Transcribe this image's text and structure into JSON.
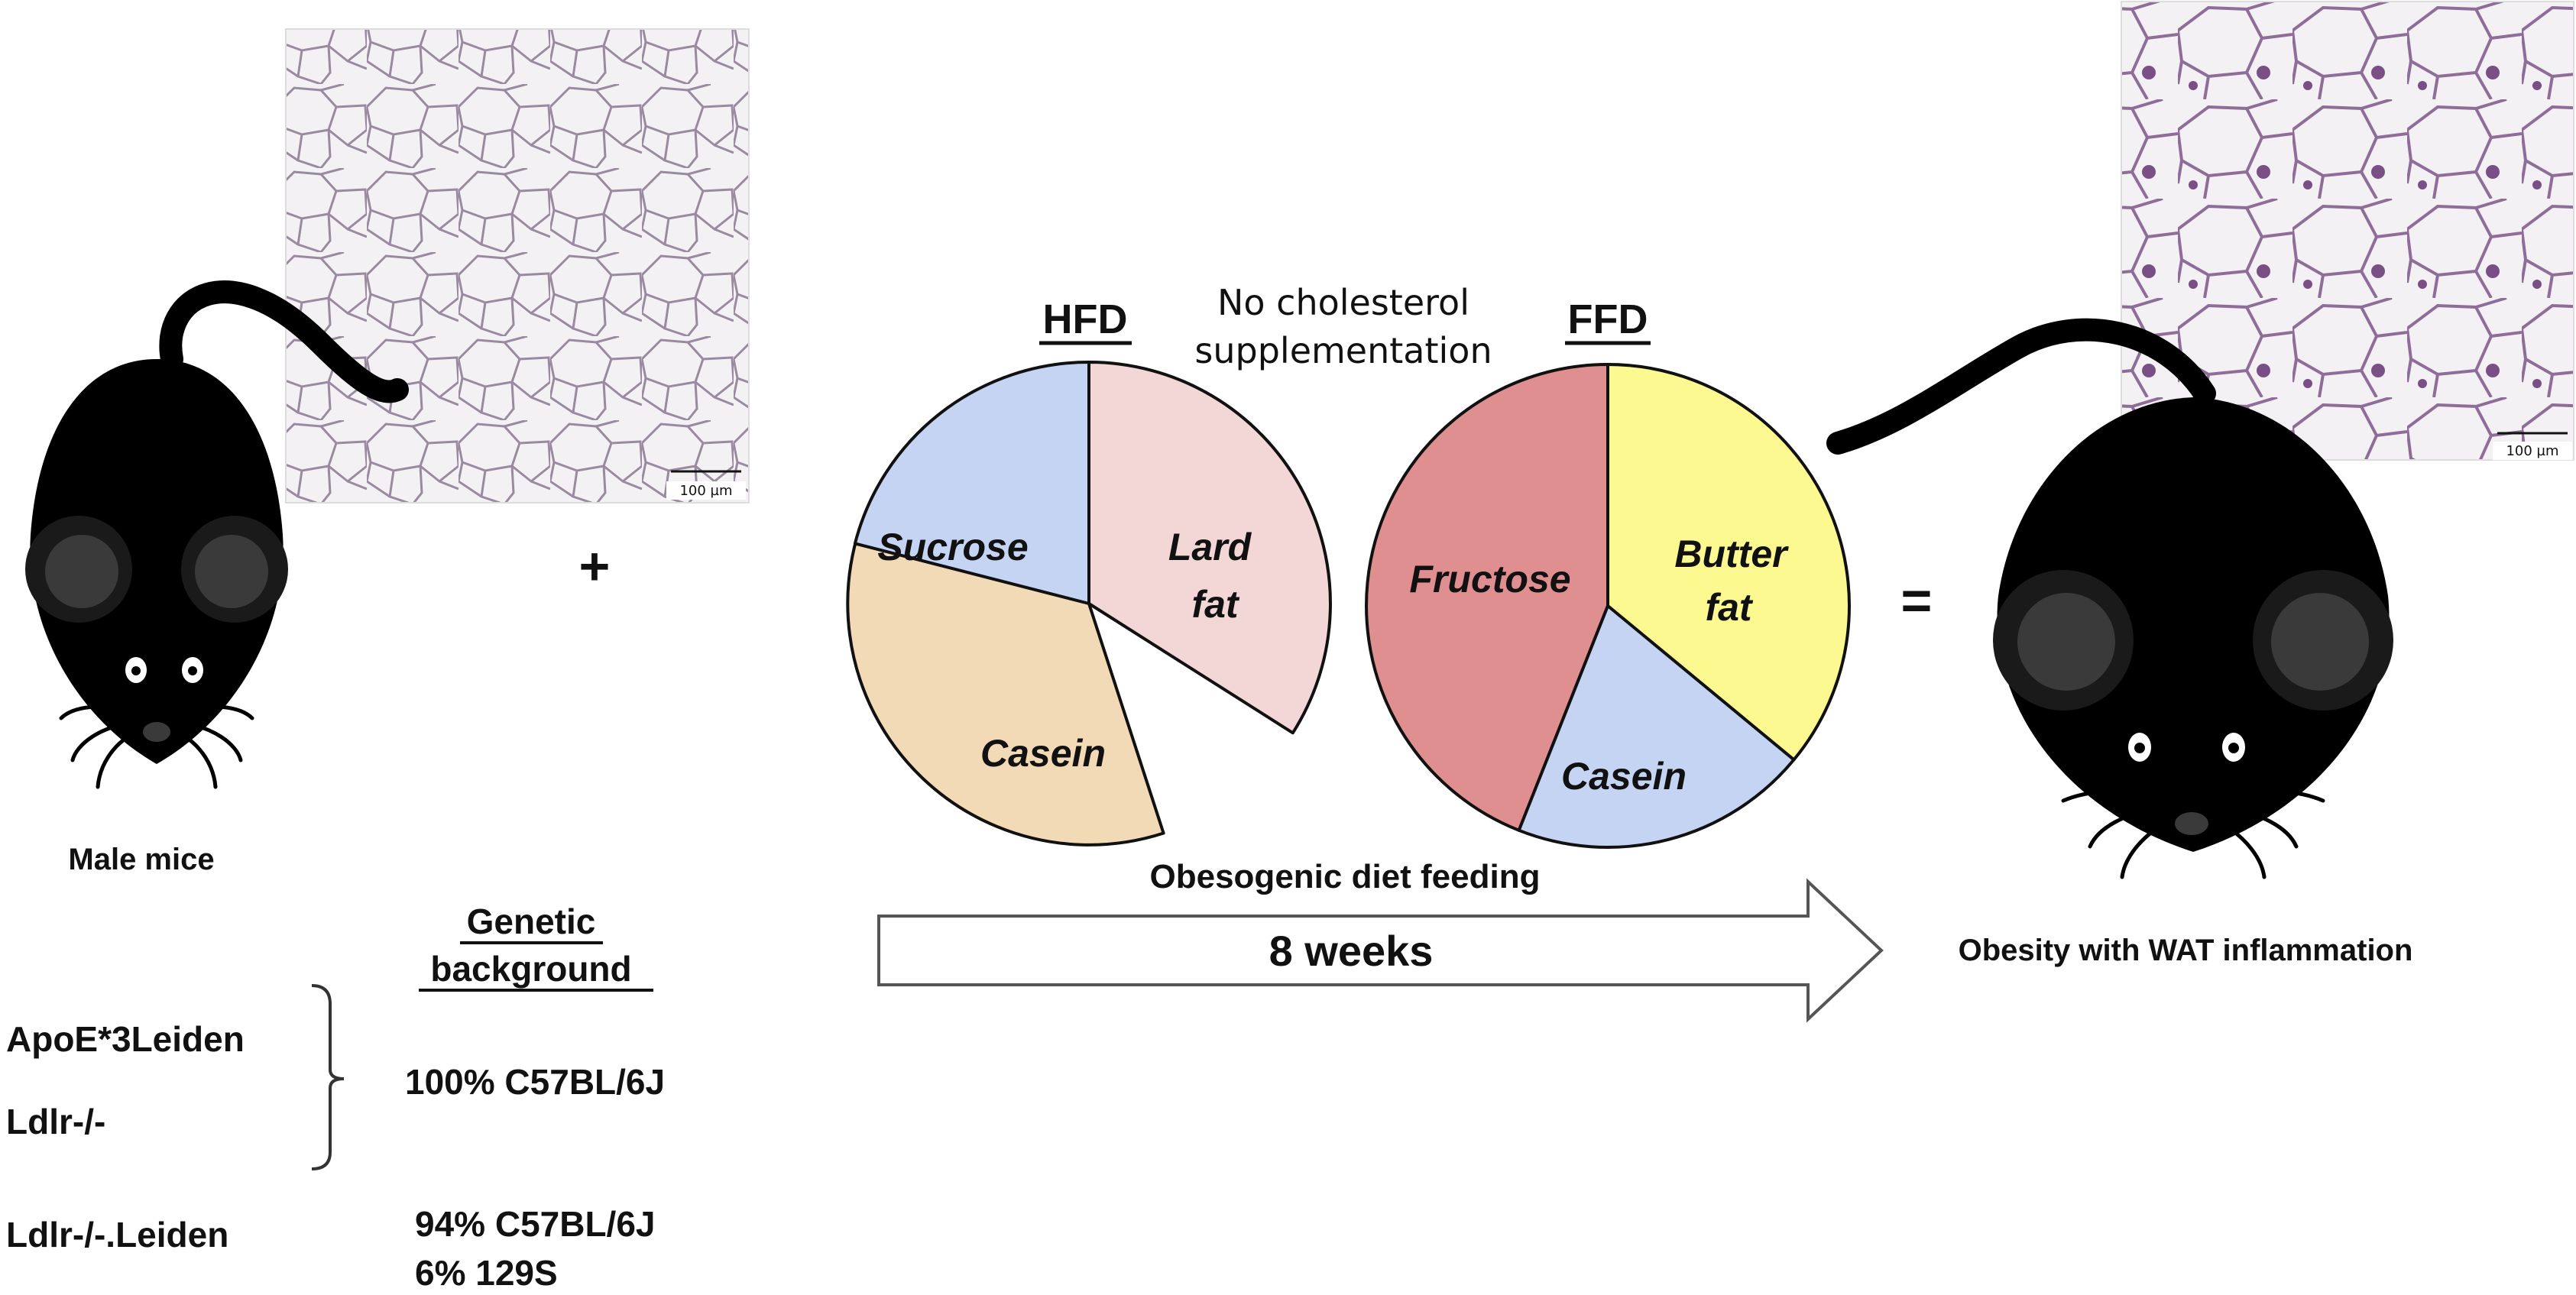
{
  "left": {
    "mouse_label": "Male mice",
    "genetic_background_title_line1": "Genetic",
    "genetic_background_title_line2": "background",
    "strains": [
      {
        "name": "ApoE*3Leiden"
      },
      {
        "name": "Ldlr-/-"
      },
      {
        "name": "Ldlr-/-.Leiden"
      }
    ],
    "backgrounds": [
      "100% C57BL/6J",
      "94% C57BL/6J",
      "6% 129S"
    ],
    "plus_sign": "+",
    "histology_scale": "100 µm"
  },
  "center": {
    "note_line1": "No cholesterol",
    "note_line2": "supplementation",
    "arrow_caption": "Obesogenic diet feeding",
    "duration": "8 weeks",
    "diets": [
      {
        "name": "HFD",
        "slices": [
          {
            "label_lines": [
              "Sucrose"
            ],
            "color": "#f3d6d6",
            "share": 0.34
          },
          {
            "label_lines": [
              "Lard",
              "fat"
            ],
            "color": "#f2dab6",
            "share": 0.45
          },
          {
            "label_lines": [
              "Casein"
            ],
            "color": "#c6d4f3",
            "share": 0.21
          }
        ]
      },
      {
        "name": "FFD",
        "slices": [
          {
            "label_lines": [
              "Fructose"
            ],
            "color": "#df8f8f",
            "share": 0.44
          },
          {
            "label_lines": [
              "Butter",
              "fat"
            ],
            "color": "#fbf98f",
            "share": 0.36
          },
          {
            "label_lines": [
              "Casein"
            ],
            "color": "#c6d4f3",
            "share": 0.2
          }
        ]
      }
    ]
  },
  "right": {
    "equals_sign": "=",
    "outcome": "Obesity with WAT inflammation",
    "histology_scale": "100 µm"
  },
  "icons": [
    "mouse-icon",
    "adipose-histology-image",
    "arrow-right-icon",
    "bracket-icon"
  ]
}
